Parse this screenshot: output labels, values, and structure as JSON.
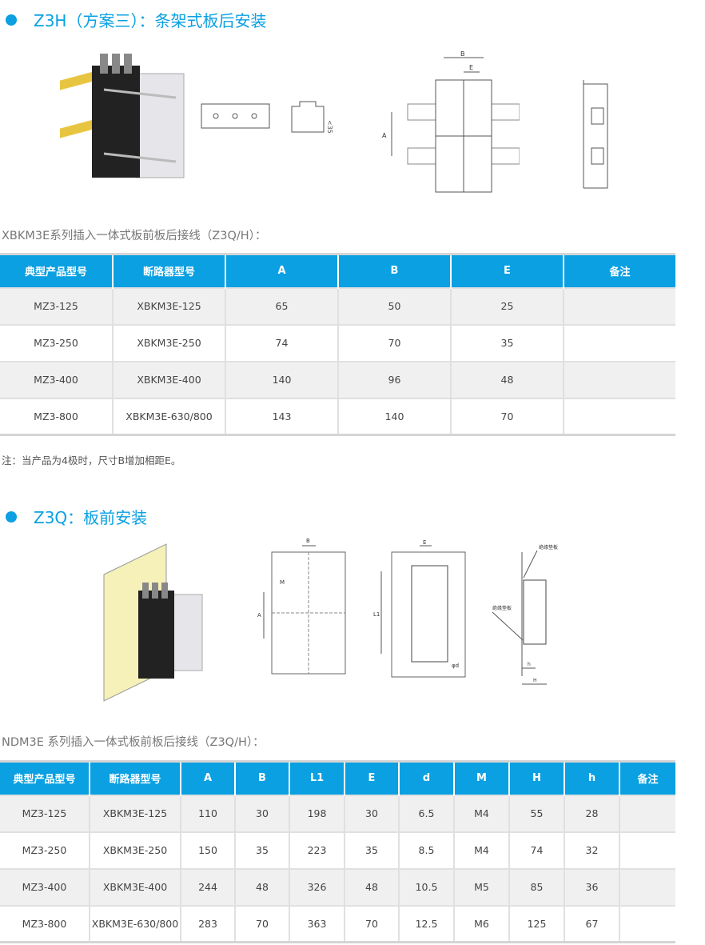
{
  "section1": {
    "title": "Z3H（方案三）：条架式板后安装",
    "dim_labels": [
      "B",
      "E",
      "A",
      "<35"
    ],
    "subtitle": "XBKM3E系列插入一体式板前板后接线（Z3Q/H）：",
    "headers": [
      "典型产品型号",
      "断路器型号",
      "A",
      "B",
      "E",
      "备注"
    ],
    "rows": [
      [
        "MZ3-125",
        "XBKM3E-125",
        "65",
        "50",
        "25",
        ""
      ],
      [
        "MZ3-250",
        "XBKM3E-250",
        "74",
        "70",
        "35",
        ""
      ],
      [
        "MZ3-400",
        "XBKM3E-400",
        "140",
        "96",
        "48",
        ""
      ],
      [
        "MZ3-800",
        "XBKM3E-630/800",
        "143",
        "140",
        "70",
        ""
      ]
    ],
    "note": "注：当产品为4极时，尺寸B增加相距E。"
  },
  "section2": {
    "title": "Z3Q：板前安装",
    "dim_labels": [
      "B",
      "M",
      "A",
      "E",
      "L1",
      "φd",
      "绝缘垫板",
      "绝缘垫板",
      "h",
      "H"
    ],
    "subtitle": "NDM3E 系列插入一体式板前板后接线（Z3Q/H）：",
    "headers": [
      "典型产品型号",
      "断路器型号",
      "A",
      "B",
      "L1",
      "E",
      "d",
      "M",
      "H",
      "h",
      "备注"
    ],
    "rows": [
      [
        "MZ3-125",
        "XBKM3E-125",
        "110",
        "30",
        "198",
        "30",
        "6.5",
        "M4",
        "55",
        "28",
        ""
      ],
      [
        "MZ3-250",
        "XBKM3E-250",
        "150",
        "35",
        "223",
        "35",
        "8.5",
        "M4",
        "74",
        "32",
        ""
      ],
      [
        "MZ3-400",
        "XBKM3E-400",
        "244",
        "48",
        "326",
        "48",
        "10.5",
        "M5",
        "85",
        "36",
        ""
      ],
      [
        "MZ3-800",
        "XBKM3E-630/800",
        "283",
        "70",
        "363",
        "70",
        "12.5",
        "M6",
        "125",
        "67",
        ""
      ]
    ]
  }
}
